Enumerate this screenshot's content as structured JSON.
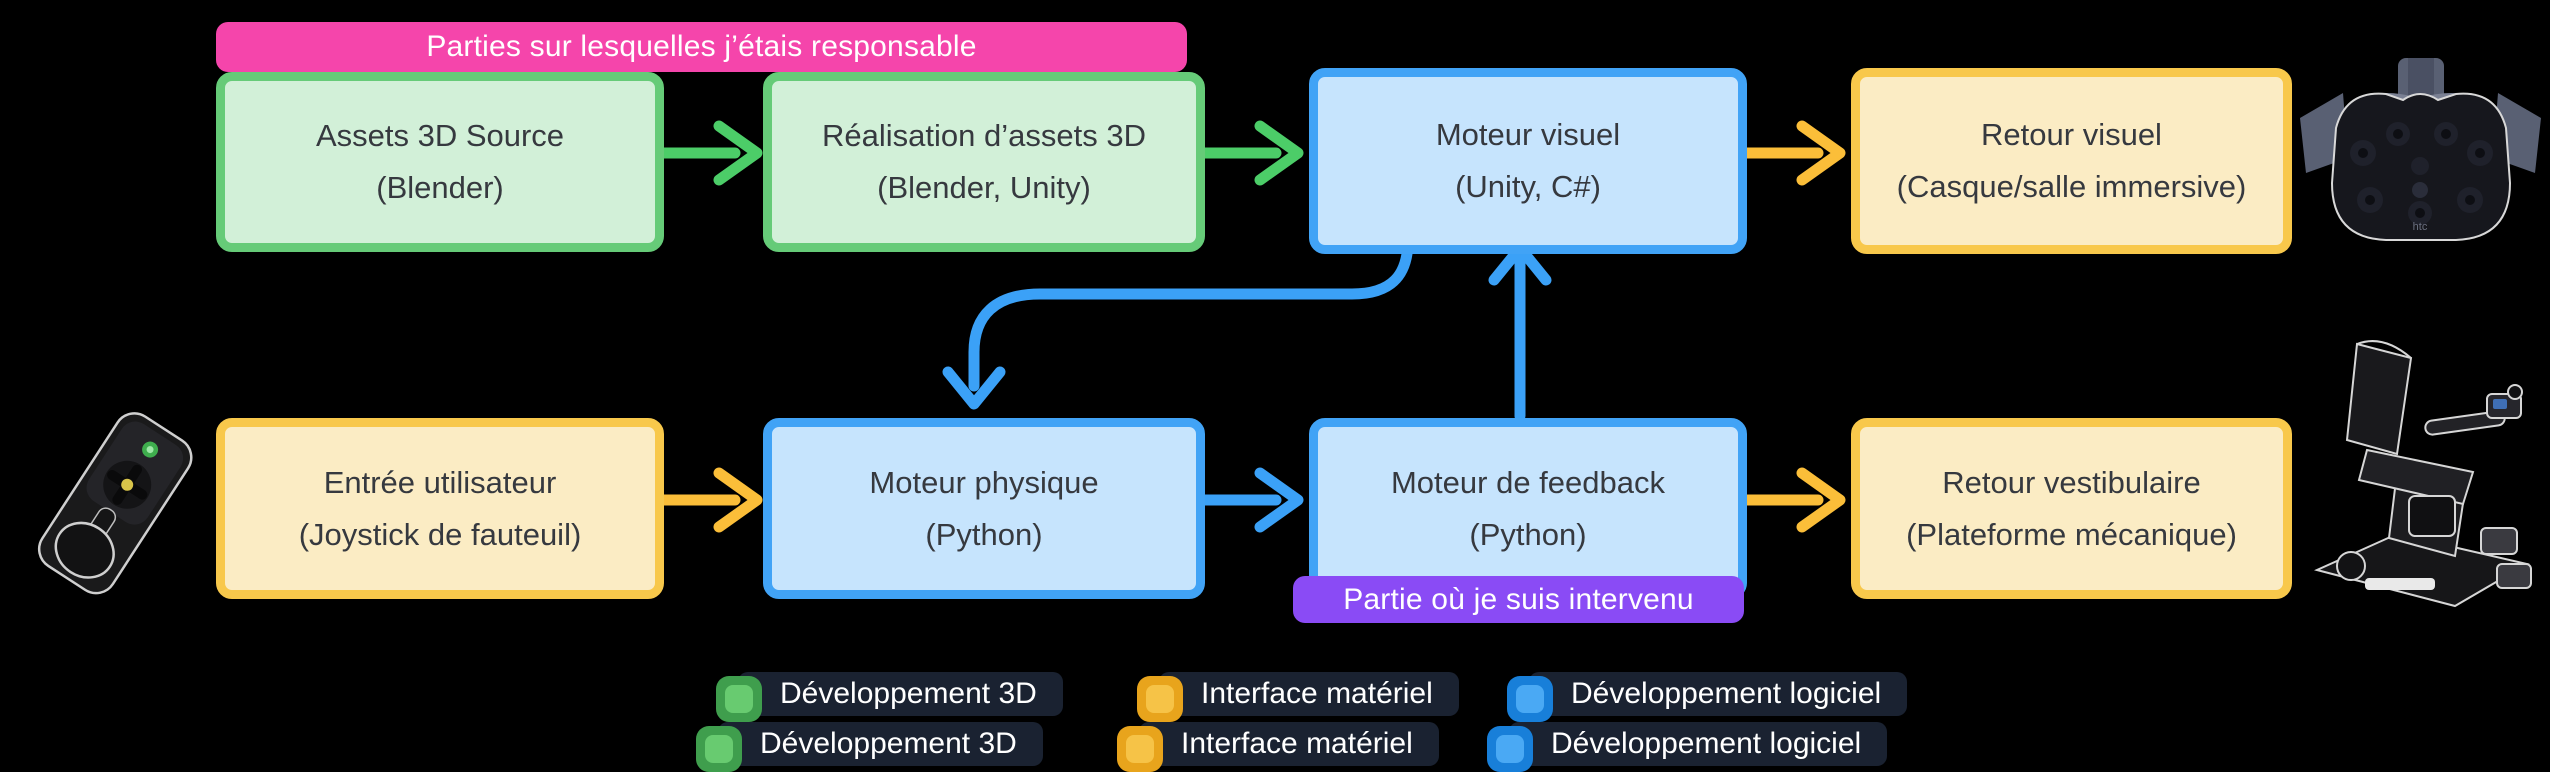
{
  "banners": {
    "responsible": {
      "label": "Parties sur lesquelles j’étais responsable",
      "color": "#f545ab"
    },
    "intervened": {
      "label": "Partie où je suis intervenu",
      "color": "#8a4bf5"
    }
  },
  "nodes": [
    {
      "id": "assets-3d-source",
      "line1": "Assets 3D Source",
      "line2": "(Blender)",
      "category": "developpement-3d"
    },
    {
      "id": "realisation-assets",
      "line1": "Réalisation d’assets 3D",
      "line2": "(Blender, Unity)",
      "category": "developpement-3d"
    },
    {
      "id": "moteur-visuel",
      "line1": "Moteur visuel",
      "line2": "(Unity, C#)",
      "category": "developpement-logiciel"
    },
    {
      "id": "retour-visuel",
      "line1": "Retour visuel",
      "line2": "(Casque/salle immersive)",
      "category": "interface-materiel"
    },
    {
      "id": "entree-utilisateur",
      "line1": "Entrée utilisateur",
      "line2": "(Joystick de fauteuil)",
      "category": "interface-materiel"
    },
    {
      "id": "moteur-physique",
      "line1": "Moteur physique",
      "line2": "(Python)",
      "category": "developpement-logiciel"
    },
    {
      "id": "moteur-feedback",
      "line1": "Moteur de feedback",
      "line2": "(Python)",
      "category": "developpement-logiciel"
    },
    {
      "id": "retour-vestibulaire",
      "line1": "Retour vestibulaire",
      "line2": "(Plateforme mécanique)",
      "category": "interface-materiel"
    }
  ],
  "legend": {
    "items": [
      {
        "label": "Développement 3D",
        "color": "#3f9e4d",
        "inner_color": "#68cb70"
      },
      {
        "label": "Interface matériel",
        "color": "#e8a41c",
        "inner_color": "#f6c347"
      },
      {
        "label": "Développement logiciel",
        "color": "#187fd9",
        "inner_color": "#4aa9f4"
      }
    ],
    "chip_background": "#1a2231"
  },
  "images": {
    "joystick_alt": "Joystick de fauteuil roulant",
    "headset_alt": "Casque de réalité virtuelle HTC Vive",
    "headset_logo": "htc",
    "wheelchair_alt": "Fauteuil roulant sur plateforme mécanique"
  },
  "colors": {
    "background": "#000000",
    "node_3d_border": "#66cb78",
    "node_3d_fill": "#d2f0d8",
    "node_software_border": "#41a3f6",
    "node_software_fill": "#c6e4fd",
    "node_hardware_border": "#f8c84b",
    "node_hardware_fill": "#fbecc4",
    "arrow_green": "#4ccd68",
    "arrow_blue": "#3ba1f7",
    "arrow_orange": "#fbbe39",
    "node_text": "#36393f",
    "banner_text": "#ffffff",
    "legend_text": "#ffffff"
  }
}
